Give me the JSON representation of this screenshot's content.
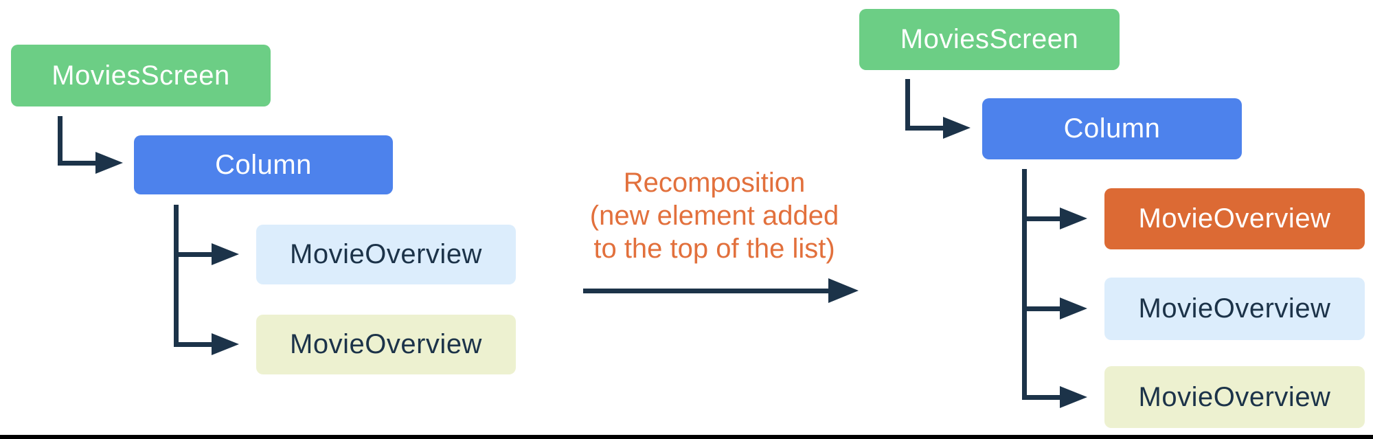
{
  "colors": {
    "green": "#6CCE85",
    "blue": "#4D82EC",
    "light-blue": "#DCEDFC",
    "pale-yellow": "#EDF1D0",
    "orange": "#DC6A34",
    "navy": "#1C3349",
    "label-orange": "#E2703C"
  },
  "left_tree": {
    "nodes": [
      {
        "label": "MoviesScreen",
        "color": "green"
      },
      {
        "label": "Column",
        "color": "blue"
      },
      {
        "label": "MovieOverview",
        "color": "light-blue"
      },
      {
        "label": "MovieOverview",
        "color": "pale-yellow"
      }
    ]
  },
  "transition_label": {
    "line1": "Recomposition",
    "line2": "(new element added",
    "line3": "to the top of the list)"
  },
  "right_tree": {
    "nodes": [
      {
        "label": "MoviesScreen",
        "color": "green"
      },
      {
        "label": "Column",
        "color": "blue"
      },
      {
        "label": "MovieOverview",
        "color": "orange",
        "state": "new"
      },
      {
        "label": "MovieOverview",
        "color": "light-blue"
      },
      {
        "label": "MovieOverview",
        "color": "pale-yellow"
      }
    ]
  }
}
